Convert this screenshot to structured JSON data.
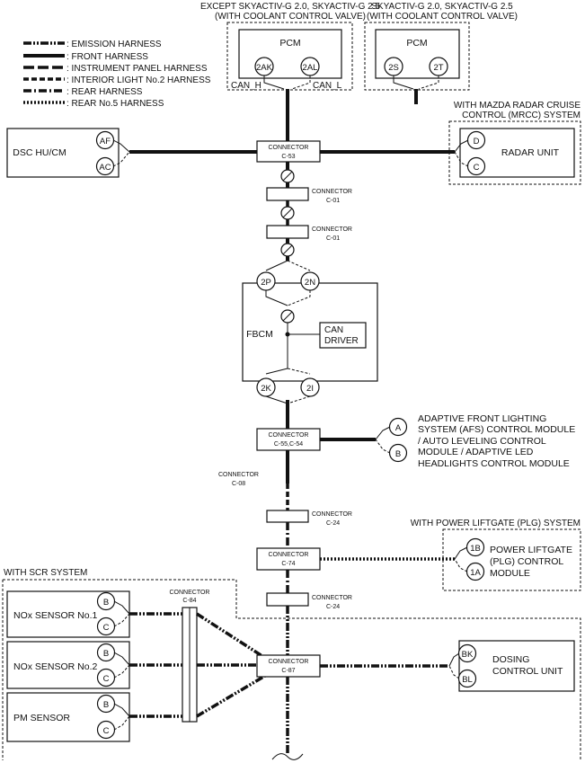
{
  "header": {
    "pcm_left_caption_1": "EXCEPT SKYACTIV-G 2.0, SKYACTIV-G 2.5",
    "pcm_left_caption_2": "(WITH COOLANT CONTROL VALVE)",
    "pcm_right_caption_1": "SKYACTIV-G 2.0, SKYACTIV-G 2.5",
    "pcm_right_caption_2": "(WITH COOLANT CONTROL VALVE)"
  },
  "legend": [
    {
      "style": "emission",
      "label": ": EMISSION HARNESS"
    },
    {
      "style": "front",
      "label": ": FRONT HARNESS"
    },
    {
      "style": "instrument",
      "label": ": INSTRUMENT PANEL HARNESS"
    },
    {
      "style": "interior",
      "label": ": INTERIOR LIGHT No.2 HARNESS"
    },
    {
      "style": "rear",
      "label": ": REAR HARNESS"
    },
    {
      "style": "rear5",
      "label": ": REAR No.5 HARNESS"
    }
  ],
  "pcm_left": {
    "title": "PCM",
    "pin_h": "2AK",
    "pin_l": "2AL",
    "can_h": "CAN_H",
    "can_l": "CAN_L"
  },
  "pcm_right": {
    "title": "PCM",
    "pin_h": "2S",
    "pin_l": "2T"
  },
  "dsc": {
    "title": "DSC HU/CM",
    "pin_h": "AF",
    "pin_l": "AC"
  },
  "radar": {
    "caption_1": "WITH MAZDA RADAR CRUISE",
    "caption_2": "CONTROL (MRCC) SYSTEM",
    "title": "RADAR UNIT",
    "pin_h": "D",
    "pin_l": "C"
  },
  "connectors": {
    "c53": {
      "name": "CONNECTOR",
      "id": "C-53"
    },
    "c01a": {
      "name": "CONNECTOR",
      "id": "C-01"
    },
    "c01b": {
      "name": "CONNECTOR",
      "id": "C-01"
    },
    "c55": {
      "name": "CONNECTOR",
      "id": "C-55,C-54"
    },
    "c08": {
      "name": "CONNECTOR",
      "id": "C-08"
    },
    "c24a": {
      "name": "CONNECTOR",
      "id": "C-24"
    },
    "c74": {
      "name": "CONNECTOR",
      "id": "C-74"
    },
    "c24b": {
      "name": "CONNECTOR",
      "id": "C-24"
    },
    "c84": {
      "name": "CONNECTOR",
      "id": "C-84"
    },
    "c87": {
      "name": "CONNECTOR",
      "id": "C-87"
    }
  },
  "fbcm": {
    "title": "FBCM",
    "pin_2p": "2P",
    "pin_2n": "2N",
    "pin_2k": "2K",
    "pin_2i": "2I",
    "driver_1": "CAN",
    "driver_2": "DRIVER"
  },
  "afs": {
    "line_1": "ADAPTIVE FRONT LIGHTING",
    "line_2": "SYSTEM (AFS) CONTROL MODULE",
    "line_3": "/ AUTO LEVELING CONTROL",
    "line_4": "MODULE / ADAPTIVE LED",
    "line_5": "HEADLIGHTS CONTROL MODULE",
    "pin_a": "A",
    "pin_b": "B"
  },
  "plg": {
    "caption": "WITH POWER LIFTGATE (PLG) SYSTEM",
    "line_1": "POWER LIFTGATE",
    "line_2": "(PLG) CONTROL",
    "line_3": "MODULE",
    "pin_1b": "1B",
    "pin_1a": "1A"
  },
  "scr": {
    "caption": "WITH SCR SYSTEM"
  },
  "nox1": {
    "title": "NOx SENSOR No.1",
    "pin_b": "B",
    "pin_c": "C"
  },
  "nox2": {
    "title": "NOx SENSOR No.2",
    "pin_b": "B",
    "pin_c": "C"
  },
  "pm": {
    "title": "PM SENSOR",
    "pin_b": "B",
    "pin_c": "C"
  },
  "dosing": {
    "line_1": "DOSING",
    "line_2": "CONTROL UNIT",
    "pin_bk": "BK",
    "pin_bl": "BL"
  }
}
